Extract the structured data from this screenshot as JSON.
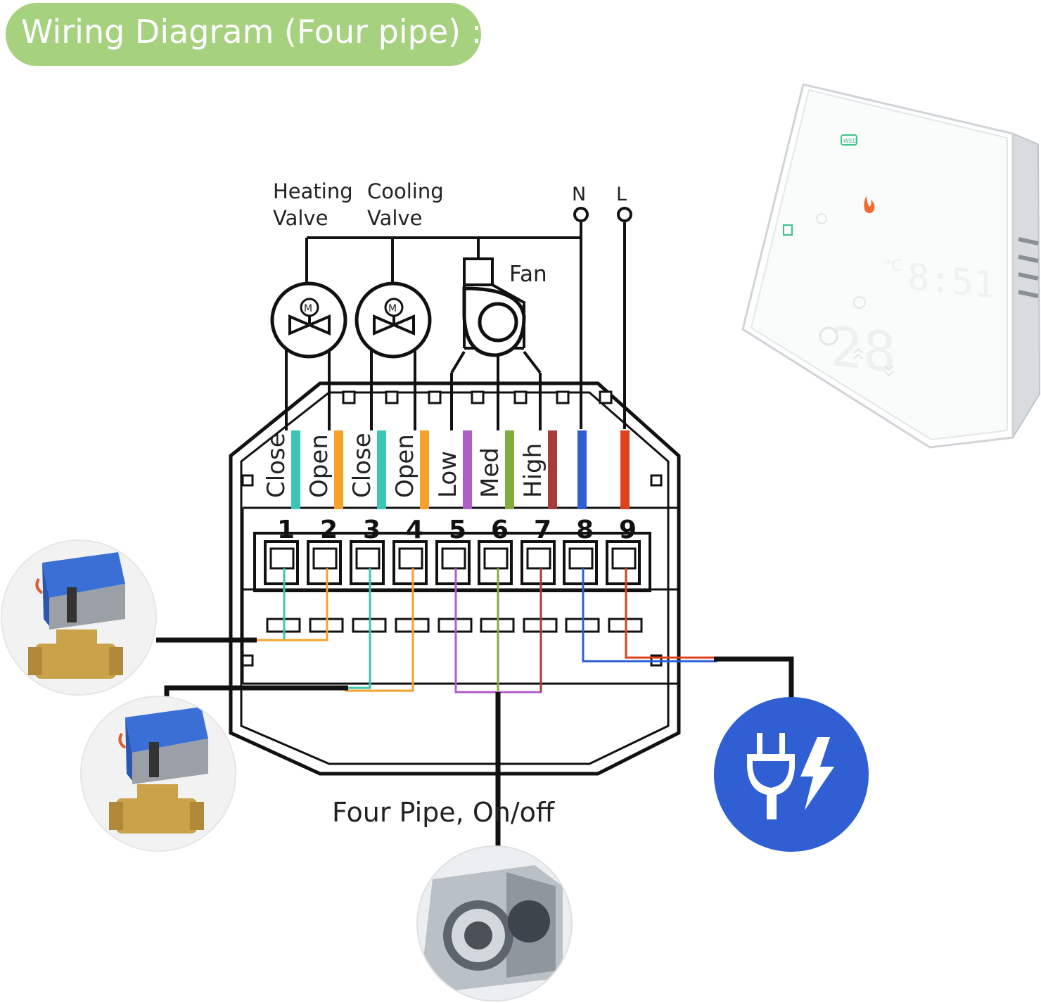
{
  "title": "Wiring Diagram (Four pipe) :",
  "labels": {
    "heating_1": "Heating",
    "heating_2": "Valve",
    "cooling_1": "Cooling",
    "cooling_2": "Valve",
    "fan": "Fan",
    "neutral": "N",
    "line": "L",
    "motor": "M",
    "caption": "Four Pipe, On/off"
  },
  "terminals": [
    {
      "number": "1",
      "label": "Close",
      "color": "#3cc4b4"
    },
    {
      "number": "2",
      "label": "Open",
      "color": "#f5a12a"
    },
    {
      "number": "3",
      "label": "Close",
      "color": "#3cc4b4"
    },
    {
      "number": "4",
      "label": "Open",
      "color": "#f5a12a"
    },
    {
      "number": "5",
      "label": "Low",
      "color": "#b05cc8"
    },
    {
      "number": "6",
      "label": "Med",
      "color": "#80ad3c"
    },
    {
      "number": "7",
      "label": "High",
      "color": "#a83c3c"
    },
    {
      "number": "8",
      "label": "",
      "color": "#2f5fd2"
    },
    {
      "number": "9",
      "label": "",
      "color": "#e0401c"
    }
  ],
  "thermostat": {
    "clock": "8:51",
    "temp": "28",
    "unit": "°C",
    "day": "WED"
  },
  "colors": {
    "banner": "#a6d17f",
    "power_circle": "#2f5fd2",
    "valve_body": "#3a6fd6",
    "valve_brass": "#c9a24a"
  }
}
